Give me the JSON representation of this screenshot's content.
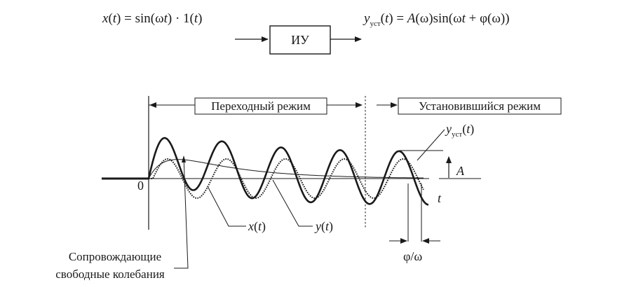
{
  "input_formula": {
    "x": "x",
    "open1": "(",
    "t": "t",
    "eq": ") = sin(ω",
    "t2": "t",
    "rest": ") · 1(",
    "t3": "t",
    "close": ")"
  },
  "block_label": "ИУ",
  "output_formula": {
    "y": "y",
    "sub": "уст",
    "open": "(",
    "t": "t",
    "eq": ") = ",
    "A": "A",
    "mid": "(ω)sin(ω",
    "t2": "t",
    "rest": " + φ(ω))"
  },
  "regions": {
    "transient": "Переходный режим",
    "steady": "Установившийся режим"
  },
  "axis": {
    "origin": "0",
    "t": "t"
  },
  "labels": {
    "y_ust_y": "y",
    "y_ust_sub": "уст",
    "y_ust_open": "(",
    "y_ust_t": "t",
    "y_ust_close": ")",
    "amplitude": "A",
    "x_of_t_x": "x",
    "x_of_t_open": "(",
    "x_of_t_t": "t",
    "x_of_t_close": ")",
    "y_of_t_y": "y",
    "y_of_t_open": "(",
    "y_of_t_t": "t",
    "y_of_t_close": ")",
    "phase": "φ/ω",
    "free_osc_line1": "Сопровождающие",
    "free_osc_line2": "свободные колебания"
  }
}
